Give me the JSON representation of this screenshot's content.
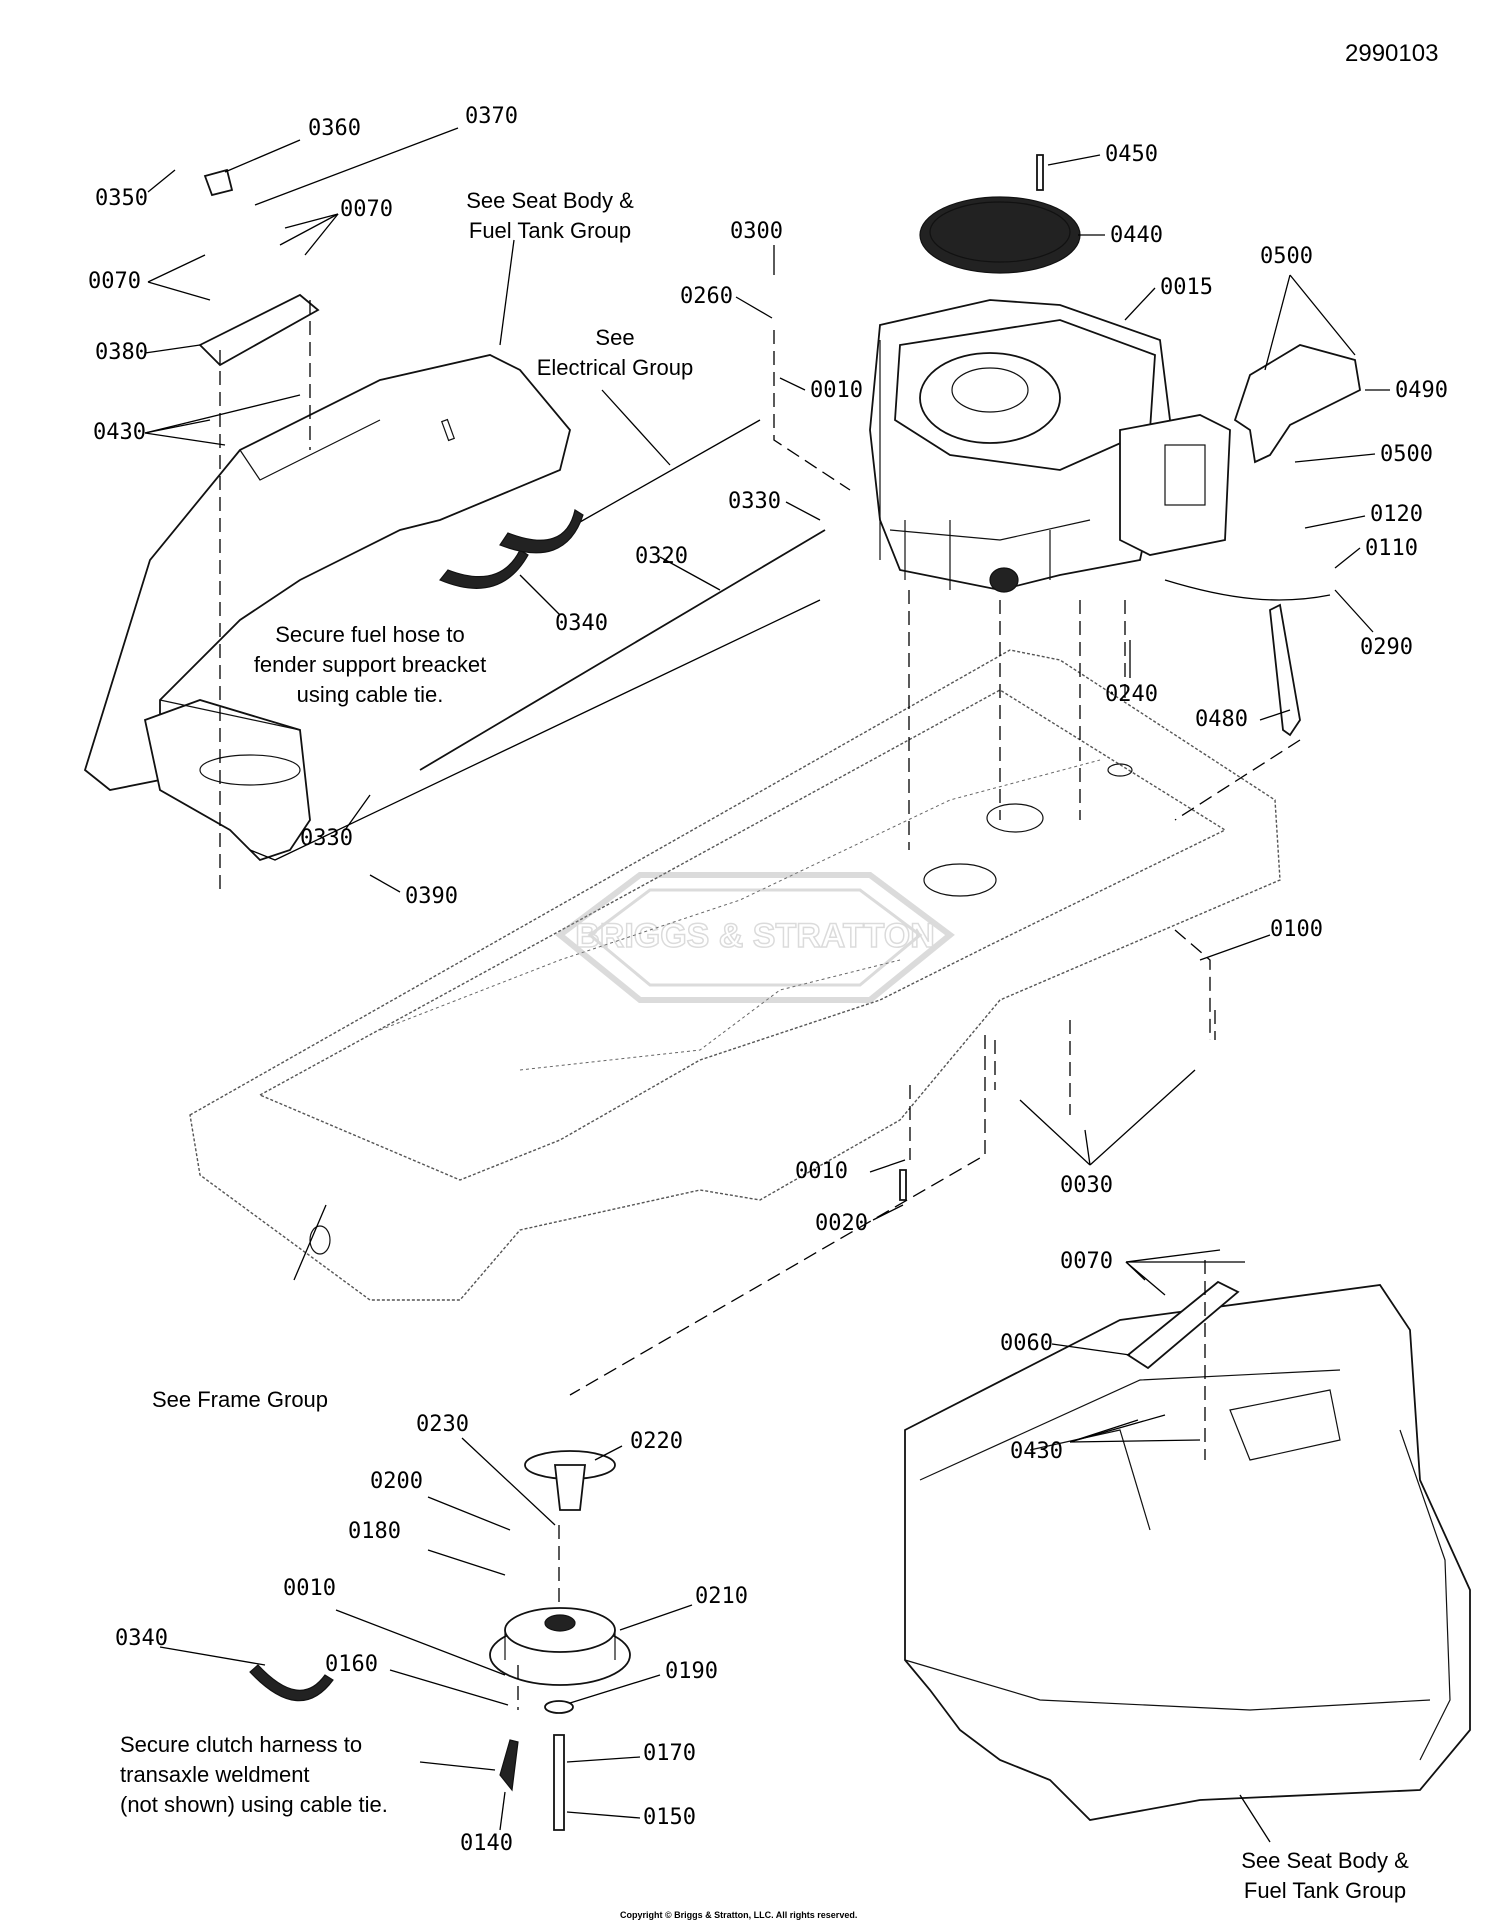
{
  "document_number": "2990103",
  "copyright": "Copyright © Briggs & Stratton, LLC. All rights reserved.",
  "watermark_brand": "BRIGGS & STRATTON",
  "part_labels": [
    {
      "id": "0360",
      "text": "0360"
    },
    {
      "id": "0370",
      "text": "0370"
    },
    {
      "id": "0350",
      "text": "0350"
    },
    {
      "id": "0070a",
      "text": "0070"
    },
    {
      "id": "0070b",
      "text": "0070"
    },
    {
      "id": "0380",
      "text": "0380"
    },
    {
      "id": "0430a",
      "text": "0430"
    },
    {
      "id": "0450",
      "text": "0450"
    },
    {
      "id": "0440",
      "text": "0440"
    },
    {
      "id": "0300",
      "text": "0300"
    },
    {
      "id": "0260",
      "text": "0260"
    },
    {
      "id": "0010a",
      "text": "0010"
    },
    {
      "id": "0015",
      "text": "0015"
    },
    {
      "id": "0500a",
      "text": "0500"
    },
    {
      "id": "0490",
      "text": "0490"
    },
    {
      "id": "0500b",
      "text": "0500"
    },
    {
      "id": "0330a",
      "text": "0330"
    },
    {
      "id": "0120",
      "text": "0120"
    },
    {
      "id": "0110",
      "text": "0110"
    },
    {
      "id": "0320",
      "text": "0320"
    },
    {
      "id": "0340a",
      "text": "0340"
    },
    {
      "id": "0290",
      "text": "0290"
    },
    {
      "id": "0240",
      "text": "0240"
    },
    {
      "id": "0480",
      "text": "0480"
    },
    {
      "id": "0330b",
      "text": "0330"
    },
    {
      "id": "0390",
      "text": "0390"
    },
    {
      "id": "0100",
      "text": "0100"
    },
    {
      "id": "0010b",
      "text": "0010"
    },
    {
      "id": "0030",
      "text": "0030"
    },
    {
      "id": "0020",
      "text": "0020"
    },
    {
      "id": "0070c",
      "text": "0070"
    },
    {
      "id": "0060",
      "text": "0060"
    },
    {
      "id": "0430b",
      "text": "0430"
    },
    {
      "id": "0230",
      "text": "0230"
    },
    {
      "id": "0220",
      "text": "0220"
    },
    {
      "id": "0200",
      "text": "0200"
    },
    {
      "id": "0180",
      "text": "0180"
    },
    {
      "id": "0010c",
      "text": "0010"
    },
    {
      "id": "0210",
      "text": "0210"
    },
    {
      "id": "0340b",
      "text": "0340"
    },
    {
      "id": "0160",
      "text": "0160"
    },
    {
      "id": "0190",
      "text": "0190"
    },
    {
      "id": "0170",
      "text": "0170"
    },
    {
      "id": "0150",
      "text": "0150"
    },
    {
      "id": "0140",
      "text": "0140"
    }
  ],
  "notes": {
    "seat_body_top": "See Seat Body &\nFuel Tank Group",
    "electrical": "See\nElectrical Group",
    "fuel_hose": "Secure fuel hose to\nfender support breacket\nusing cable tie.",
    "frame_group": "See Frame Group",
    "clutch_harness": "Secure clutch harness to\ntransaxle weldment\n(not shown) using cable tie.",
    "seat_body_bottom": "See Seat Body &\nFuel Tank Group"
  }
}
